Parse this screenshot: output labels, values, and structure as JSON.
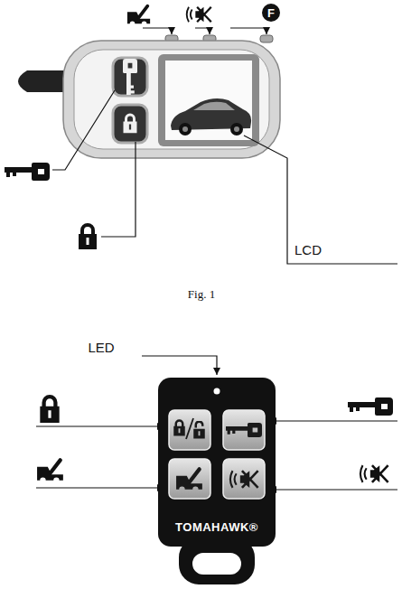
{
  "diagram": {
    "caption": "Fig. 1",
    "nodes": [
      {
        "text": [
          "TOMAHAWK®"
        ]
      }
    ],
    "labels": [
      "F",
      "LCD",
      "LED"
    ]
  }
}
